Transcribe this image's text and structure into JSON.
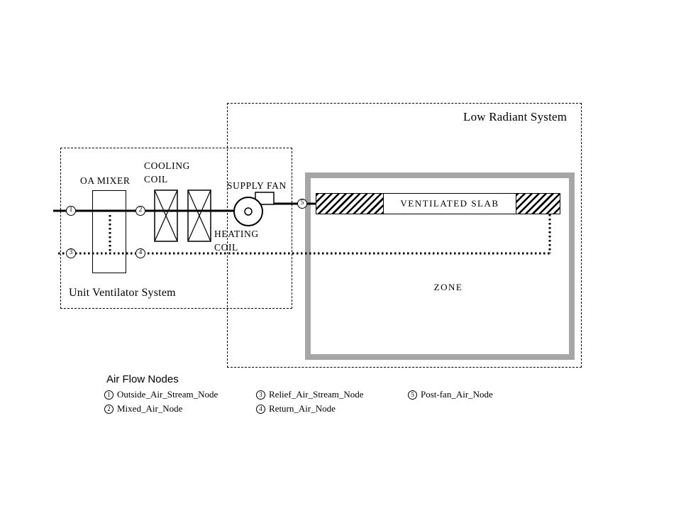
{
  "diagram": {
    "title_low_radiant": "Low Radiant System",
    "title_unit_ventilator": "Unit Ventilator System",
    "components": {
      "oa_mixer": "OA MIXER",
      "cooling_coil": "COOLING COIL",
      "heating_coil": "HEATING COIL",
      "supply_fan": "SUPPLY FAN",
      "ventilated_slab": "VENTILATED SLAB",
      "zone": "ZONE"
    },
    "nodes": [
      {
        "num": "1"
      },
      {
        "num": "2"
      },
      {
        "num": "3"
      },
      {
        "num": "4"
      },
      {
        "num": "5"
      }
    ]
  },
  "legend": {
    "title": "Air Flow Nodes",
    "entries": [
      {
        "num": "1",
        "label": "Outside_Air_Stream_Node"
      },
      {
        "num": "2",
        "label": "Mixed_Air_Node"
      },
      {
        "num": "3",
        "label": "Relief_Air_Stream_Node"
      },
      {
        "num": "4",
        "label": "Return_Air_Node"
      },
      {
        "num": "5",
        "label": "Post-fan_Air_Node"
      }
    ]
  },
  "colors": {
    "background": "#ffffff",
    "line": "#000000",
    "zone_border": "#a6a6a6"
  }
}
